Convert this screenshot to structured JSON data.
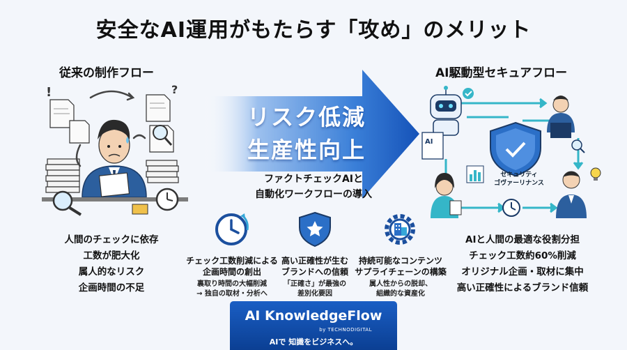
{
  "title": "安全なAI運用がもたらす「攻め」のメリット",
  "left": {
    "title": "従来の制作フロー",
    "items": [
      "人間のチェックに依存",
      "工数が肥大化",
      "属人的なリスク",
      "企画時間の不足"
    ]
  },
  "center": {
    "big": [
      "リスク低減",
      "生産性向上"
    ],
    "sub": [
      "ファクトチェックAIと",
      "自動化ワークフローの導入"
    ]
  },
  "right": {
    "title": "AI駆動型セキュアフロー",
    "shield_label": [
      "セキュリティ",
      "ゴヴァーリナンス"
    ],
    "doc_label": "AI",
    "items": [
      "AIと人間の最適な役割分担",
      "チェック工数約60%削減",
      "オリジナル企画・取材に集中",
      "高い正確性によるブランド信頼"
    ]
  },
  "benefits": [
    {
      "head": [
        "チェック工数削減による",
        "企画時間の創出"
      ],
      "sub": [
        "裏取り時間の大幅削減",
        "→ 独自の取材・分析へ"
      ],
      "icon": "clock-refresh-icon"
    },
    {
      "head": [
        "高い正確性が生む",
        "ブランドへの信頼"
      ],
      "sub": [
        "「正確さ」が最強の",
        "差別化要因"
      ],
      "icon": "shield-star-icon"
    },
    {
      "head": [
        "持続可能なコンテンツ",
        "サプライチェーンの構築"
      ],
      "sub": [
        "属人性からの脱却、",
        "組織的な資産化"
      ],
      "icon": "gear-building-icon"
    }
  ],
  "brand": {
    "name": "AI KnowledgeFlow",
    "by": "by TECHNODIGITAL",
    "tagline": "AIで 知識をビジネスへ。"
  },
  "colors": {
    "accent": "#1a5ec4",
    "dark_blue": "#0b3f93",
    "teal": "#35b6c8"
  }
}
